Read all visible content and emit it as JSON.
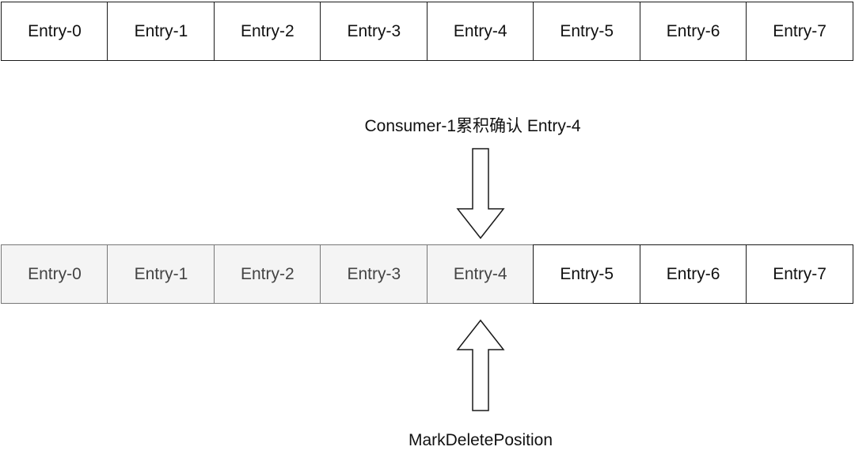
{
  "top_row": {
    "entries": [
      "Entry-0",
      "Entry-1",
      "Entry-2",
      "Entry-3",
      "Entry-4",
      "Entry-5",
      "Entry-6",
      "Entry-7"
    ]
  },
  "ack_caption": "Consumer-1累积确认 Entry-4",
  "bottom_row": {
    "entries": [
      "Entry-0",
      "Entry-1",
      "Entry-2",
      "Entry-3",
      "Entry-4",
      "Entry-5",
      "Entry-6",
      "Entry-7"
    ],
    "acked_count": 5
  },
  "mark_delete_caption": "MarkDeletePosition",
  "colors": {
    "acked_fill": "#f4f4f4",
    "border": "#1a1a1a"
  }
}
